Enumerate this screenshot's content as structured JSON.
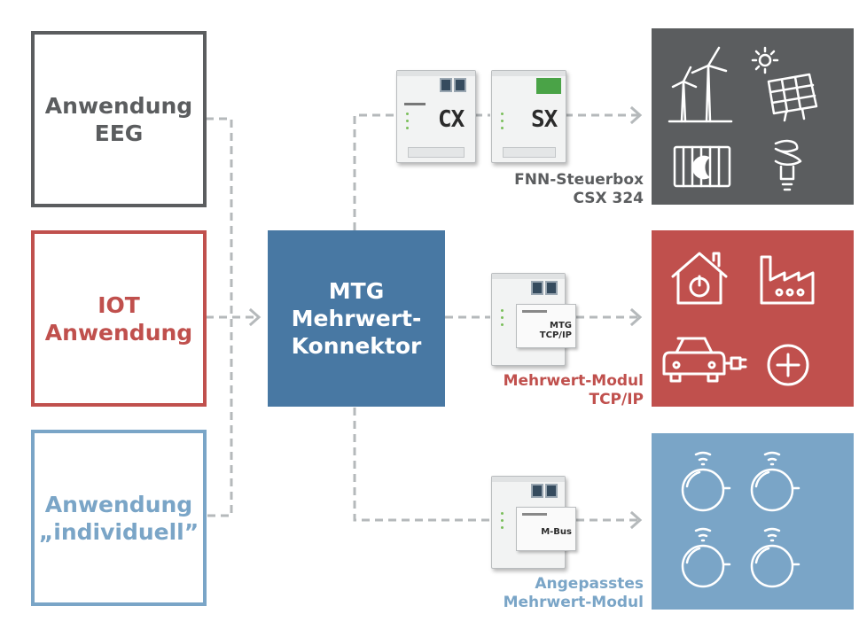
{
  "applications": [
    {
      "line1": "Anwendung",
      "line2": "EEG",
      "color": "#5b5d5f"
    },
    {
      "line1": "IOT",
      "line2": "Anwendung",
      "color": "#c0504d"
    },
    {
      "line1": "Anwendung",
      "line2": "„individuell”",
      "color": "#7aa5c7"
    }
  ],
  "hub": {
    "line1": "MTG",
    "line2": "Mehrwert-",
    "line3": "Konnektor",
    "color": "#4878a3"
  },
  "devices": {
    "cx": "CX",
    "sx": "SX",
    "tcpip_line1": "MTG",
    "tcpip_line2": "TCP/IP",
    "mbus": "M-Bus"
  },
  "captions": [
    {
      "line1": "FNN-Steuerbox",
      "line2": "CSX 324",
      "color": "#5b5d5f"
    },
    {
      "line1": "Mehrwert-Modul",
      "line2": "TCP/IP",
      "color": "#c0504d"
    },
    {
      "line1": "Angepasstes",
      "line2": "Mehrwert-Modul",
      "color": "#7aa5c7"
    }
  ],
  "panels": [
    {
      "color": "#5b5d5f",
      "icons": [
        "wind-turbine-icon",
        "solar-panel-icon",
        "heater-icon",
        "lightbulb-icon"
      ]
    },
    {
      "color": "#c0504d",
      "icons": [
        "smart-home-icon",
        "factory-icon",
        "electric-car-icon",
        "plus-circle-icon"
      ]
    },
    {
      "color": "#7aa5c7",
      "icons": [
        "smart-meter-icon",
        "smart-meter-icon",
        "smart-meter-icon",
        "smart-meter-icon"
      ]
    }
  ],
  "line_color": "#b5b9bb"
}
